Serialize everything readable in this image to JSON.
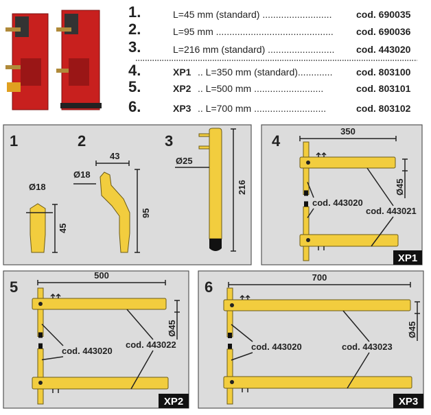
{
  "table": {
    "rows": [
      {
        "num": "1.",
        "prefix": "",
        "desc": "L=45   mm (standard) ..........................",
        "code": "cod. 690035"
      },
      {
        "num": "2.",
        "prefix": "",
        "desc": "L=95   mm ............................................",
        "code": "cod. 690036"
      },
      {
        "num": "3.",
        "prefix": "",
        "desc": "L=216 mm (standard) .........................",
        "code": "cod. 443020"
      },
      {
        "num": "4.",
        "prefix": "XP1",
        "desc": ".. L=350 mm  (standard).............",
        "code": "cod. 803100"
      },
      {
        "num": "5.",
        "prefix": "XP2",
        "desc": "..  L=500 mm  ..........................",
        "code": "cod. 803101"
      },
      {
        "num": "6.",
        "prefix": "XP3",
        "desc": ".. L=700 mm  ...........................",
        "code": "cod. 803102"
      }
    ]
  },
  "panel1": {
    "labels": [
      "1",
      "2",
      "3"
    ],
    "part1": {
      "dia": "Ø18",
      "len": "45"
    },
    "part2": {
      "dia": "Ø18",
      "offset": "43",
      "len": "95"
    },
    "part3": {
      "dia": "Ø25",
      "len": "216"
    }
  },
  "panel4": {
    "label": "4",
    "length": "350",
    "dia": "Ø45",
    "cod_a": "cod. 443020",
    "cod_b": "cod. 443021",
    "badge": "XP1"
  },
  "panel5": {
    "label": "5",
    "length": "500",
    "dia": "Ø45",
    "cod_a": "cod. 443020",
    "cod_b": "cod. 443022",
    "badge": "XP2"
  },
  "panel6": {
    "label": "6",
    "length": "700",
    "dia": "Ø45",
    "cod_a": "cod. 443020",
    "cod_b": "cod. 443023",
    "badge": "XP3"
  },
  "colors": {
    "arm": "#f2cd3e",
    "panel": "#dcdcdc",
    "machine": "#c8201e"
  }
}
